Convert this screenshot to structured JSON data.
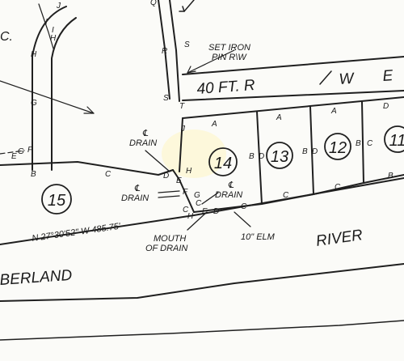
{
  "lots": [
    {
      "number": "14"
    },
    {
      "number": "13"
    },
    {
      "number": "12"
    },
    {
      "number": "11"
    },
    {
      "number": "15"
    }
  ],
  "labels": {
    "set_iron_pin_line1": "SET IRON",
    "set_iron_pin_line2": "PIN R\\W",
    "right_of_way_prefix": "40 FT. R",
    "right_of_way_w": "W",
    "right_of_way_e": "E",
    "drain_upper_symbol": "℄",
    "drain_upper": "DRAIN",
    "drain_left_symbol": "℄",
    "drain_left": "DRAIN",
    "drain_right_symbol": "℄",
    "drain_right": "DRAIN",
    "bearing": "N 27°30'52\" W 485.75'",
    "mouth_of_drain_line1": "MOUTH",
    "mouth_of_drain_line2": "OF DRAIN",
    "elm": "10\" ELM",
    "river": "RIVER",
    "cumberland_fragment": "BERLAND",
    "left_c_fragment": "C."
  },
  "letters": [
    {
      "t": "J"
    },
    {
      "t": "H"
    },
    {
      "t": "G"
    },
    {
      "t": "I"
    },
    {
      "t": "I"
    },
    {
      "t": "H"
    },
    {
      "t": "G"
    },
    {
      "t": "F"
    },
    {
      "t": "E"
    },
    {
      "t": "B"
    },
    {
      "t": "C"
    },
    {
      "t": "Q"
    },
    {
      "t": "S"
    },
    {
      "t": "R"
    },
    {
      "t": "S"
    },
    {
      "t": "T"
    },
    {
      "t": "J"
    },
    {
      "t": "A"
    },
    {
      "t": "A"
    },
    {
      "t": "A"
    },
    {
      "t": "D"
    },
    {
      "t": "B"
    },
    {
      "t": "D"
    },
    {
      "t": "B"
    },
    {
      "t": "D"
    },
    {
      "t": "B"
    },
    {
      "t": "C"
    },
    {
      "t": "H"
    },
    {
      "t": "E"
    },
    {
      "t": "F"
    },
    {
      "t": "G"
    },
    {
      "t": "D"
    },
    {
      "t": "C"
    },
    {
      "t": "C"
    },
    {
      "t": "C"
    },
    {
      "t": "B"
    },
    {
      "t": "C"
    },
    {
      "t": "H"
    },
    {
      "t": "E"
    },
    {
      "t": "D"
    },
    {
      "t": "C"
    }
  ]
}
